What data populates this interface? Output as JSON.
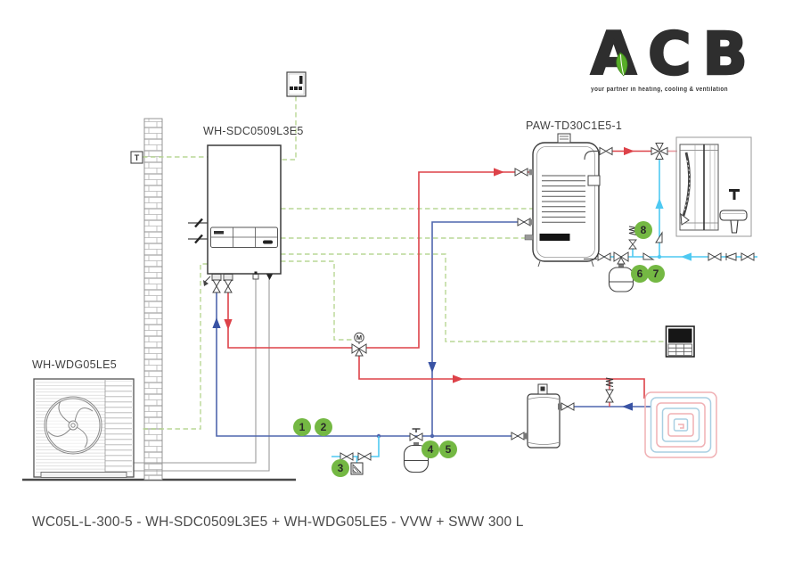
{
  "logo": {
    "text": "ACB",
    "tagline": "your partner in heating, cooling & ventilation"
  },
  "equipment_labels": {
    "indoor_unit": "WH-SDC0509L3E5",
    "storage_tank": "PAW-TD30C1E5-1",
    "outdoor_unit": "WH-WDG05LE5"
  },
  "caption": "WC05L-L-300-5 - WH-SDC0509L3E5 + WH-WDG05LE5 - VVW + SWW 300 L",
  "markers": {
    "temperature_sensor": "T",
    "motorized_valve": "M"
  },
  "callouts": [
    "1",
    "2",
    "3",
    "4",
    "5",
    "6",
    "7",
    "8"
  ],
  "colors": {
    "hot_water": "#dd4249",
    "heating_return": "#4f66ad",
    "cold_water": "#4ec9f2",
    "control_wiring": "#b9d795",
    "refrigerant": "#9a9a9a",
    "callout_green": "#74b843",
    "brand_leaf": "#58ad28",
    "brand_ink": "#2e2e2e"
  }
}
